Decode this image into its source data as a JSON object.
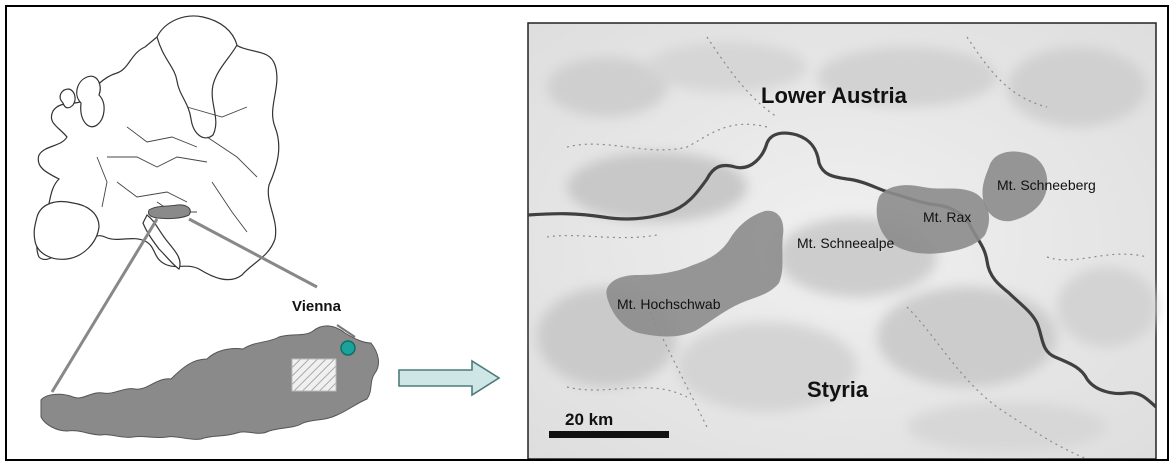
{
  "overview": {
    "city_label": "Vienna",
    "colors": {
      "austria_fill": "#8a8a8a",
      "europe_fill": "#ffffff",
      "study_hatch": "#cfcfcf",
      "vienna_dot": "#1aa39a",
      "arrow_fill": "#cfe6e6"
    }
  },
  "detail_map": {
    "region_labels": {
      "lower_austria": "Lower Austria",
      "styria": "Styria"
    },
    "mountains": {
      "hochschwab": "Mt. Hochschwab",
      "schneealpe": "Mt. Schneealpe",
      "rax": "Mt. Rax",
      "schneeberg": "Mt. Schneeberg"
    },
    "scale_bar_label": "20 km",
    "colors": {
      "terrain_bg": "#e9e9e9",
      "massif_fill": "#8c8c8c",
      "border_line": "#3f3f3f"
    }
  }
}
